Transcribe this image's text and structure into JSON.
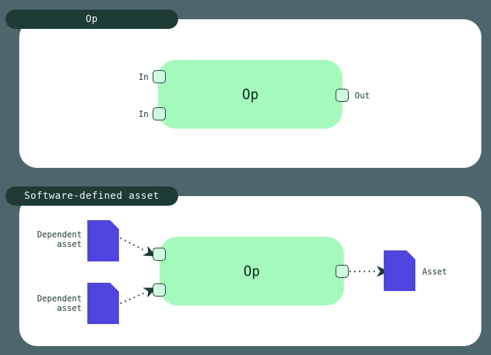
{
  "panels": {
    "op": {
      "title": "Op",
      "node_label": "Op",
      "input_labels": [
        "In",
        "In"
      ],
      "output_label": "Out"
    },
    "software_defined_asset": {
      "title": "Software-defined asset",
      "node_label": "Op",
      "dependent_asset_labels": [
        "Dependent asset",
        "Dependent asset"
      ],
      "output_asset_label": "Asset"
    }
  },
  "colors": {
    "background": "#4D666B",
    "panel": "#FFFFFF",
    "pill_background": "#1E3B36",
    "pill_text": "#F2F8F4",
    "op_node_green": "#A4FABC",
    "port_fill": "#CFFBDE",
    "port_border": "#14332C",
    "asset_document_purple": "#5044DE",
    "label_text": "#1E3B36",
    "arrow": "#1E3B36"
  },
  "icons": {
    "asset_document": "document-with-folded-corner",
    "port": "connector-square",
    "dependency_arrow": "dotted-arrow-right"
  }
}
